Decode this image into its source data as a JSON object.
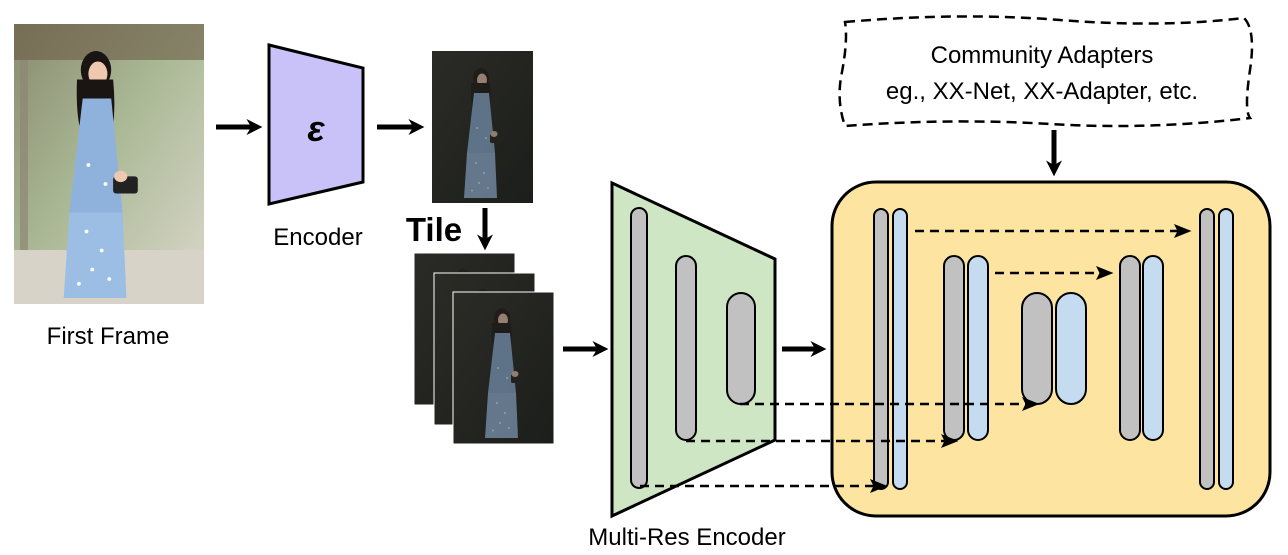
{
  "labels": {
    "first_frame": "First Frame",
    "encoder": "Encoder",
    "encoder_symbol": "ε",
    "tile": "Tile",
    "multi_res_encoder": "Multi-Res Encoder",
    "adapters_line1": "Community Adapters",
    "adapters_line2": "eg., XX-Net, XX-Adapter, etc."
  },
  "colors": {
    "encoder_fill": "#c8c2f8",
    "multi_res_fill": "#cfe6c4",
    "unet_fill": "#fde5a1",
    "grey_bar": "#c1c1c1",
    "blue_bar": "#c4dbf0",
    "stroke": "#000000"
  }
}
